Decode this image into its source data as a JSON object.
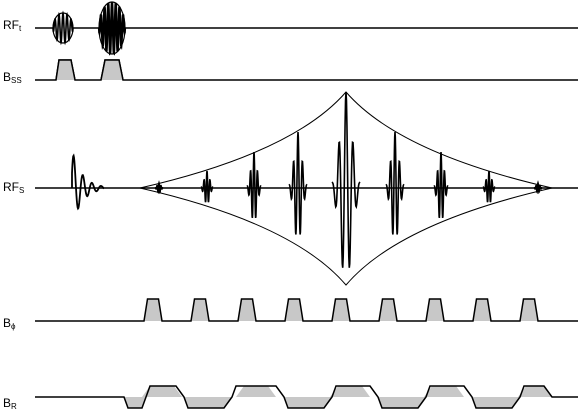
{
  "diagram": {
    "rows": [
      {
        "id": "rf_t",
        "label_main": "RF",
        "label_sub": "t"
      },
      {
        "id": "b_ss",
        "label_main": "B",
        "label_sub": "SS"
      },
      {
        "id": "rf_s",
        "label_main": "RF",
        "label_sub": "S"
      },
      {
        "id": "b_phi",
        "label_main": "B",
        "label_sub": "ϕ"
      },
      {
        "id": "b_r",
        "label_main": "B",
        "label_sub": "R"
      }
    ],
    "colors": {
      "line": "#000000",
      "fill": "#c8c8c8",
      "background": "#ffffff"
    }
  }
}
